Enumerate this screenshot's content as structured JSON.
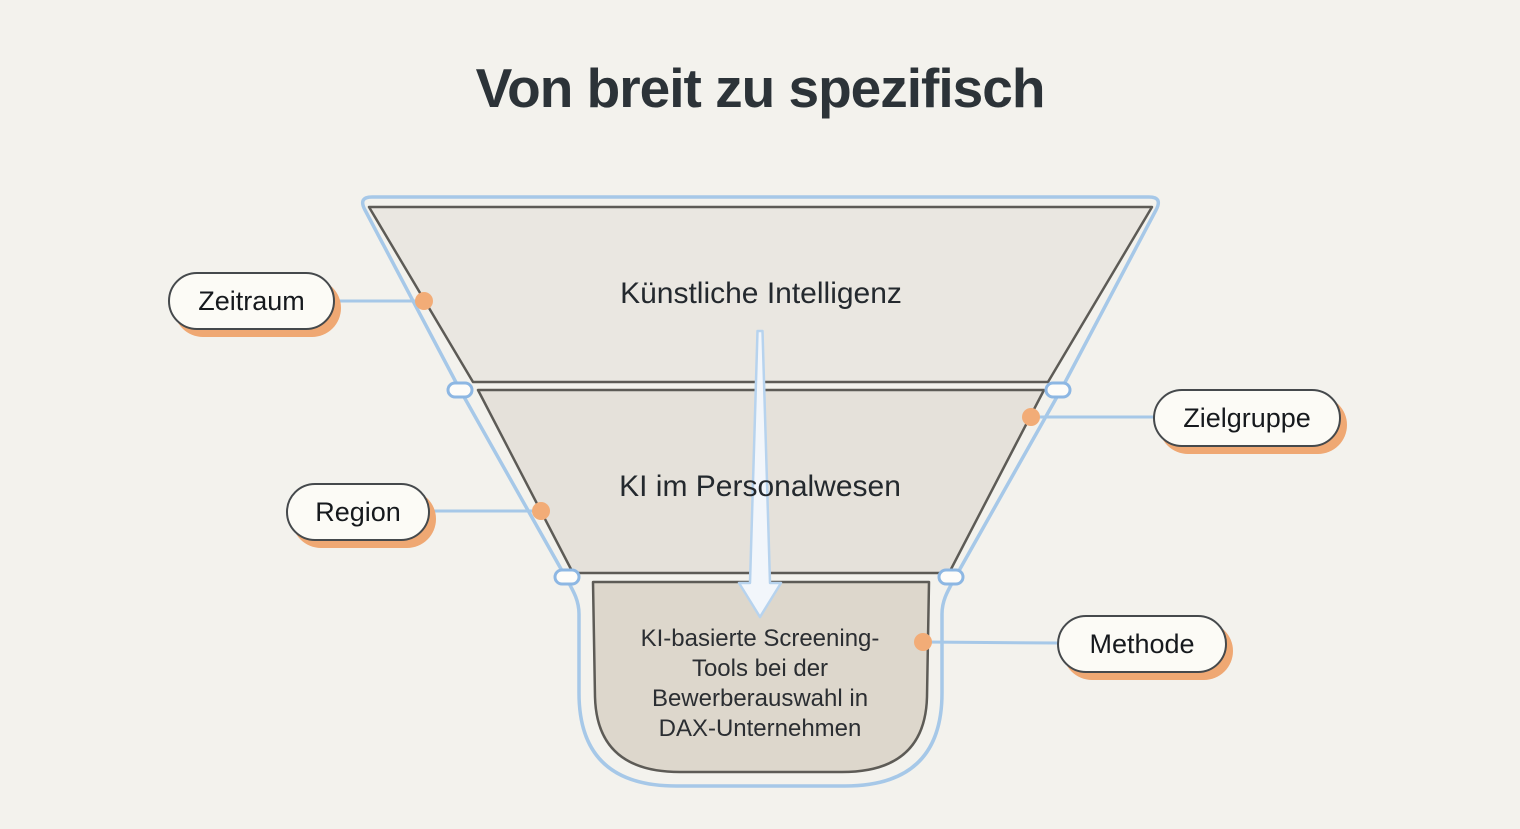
{
  "title": "Von breit zu spezifisch",
  "funnel": {
    "levels": [
      {
        "label": "Künstliche Intelligenz"
      },
      {
        "label": "KI im Personalwesen"
      },
      {
        "label": "KI-basierte Screening-Tools bei der Bewerberauswahl in DAX-Unternehmen"
      }
    ]
  },
  "tags": [
    {
      "label": "Zeitraum",
      "side": "left"
    },
    {
      "label": "Region",
      "side": "left"
    },
    {
      "label": "Zielgruppe",
      "side": "right"
    },
    {
      "label": "Methode",
      "side": "right"
    }
  ],
  "colors": {
    "background": "#f3f2ed",
    "title_text": "#2c3338",
    "accent_blue": "#a6c8e8",
    "accent_orange": "#f2ac77",
    "pill_shadow": "#efa873",
    "outline_gray": "#5d5b56",
    "levels": [
      "#eae7e1",
      "#e5e1da",
      "#ddd7cc"
    ]
  }
}
